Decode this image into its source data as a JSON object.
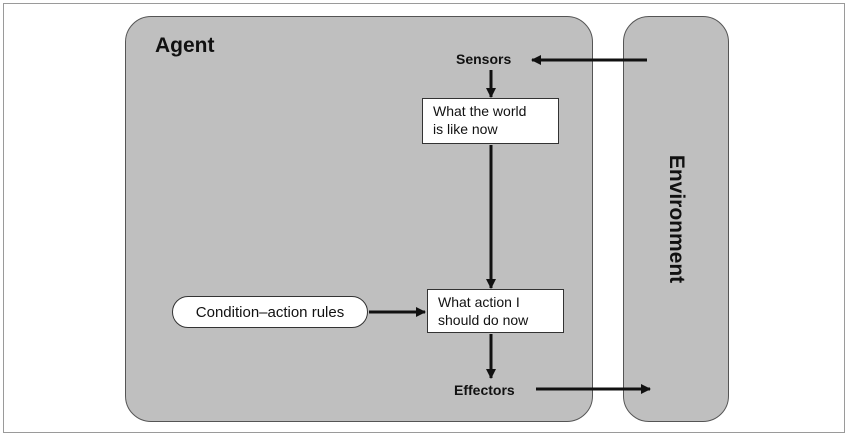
{
  "agent": {
    "title": "Agent"
  },
  "environment": {
    "title": "Environment"
  },
  "nodes": {
    "sensors": "Sensors",
    "world_state": "What the world\nis like now",
    "action_choice": "What action I\nshould do now",
    "rules": "Condition–action rules",
    "effectors": "Effectors"
  },
  "colors": {
    "box_fill": "#bfbfbf",
    "box_stroke": "#555555",
    "arrow": "#111111",
    "text": "#111111"
  }
}
